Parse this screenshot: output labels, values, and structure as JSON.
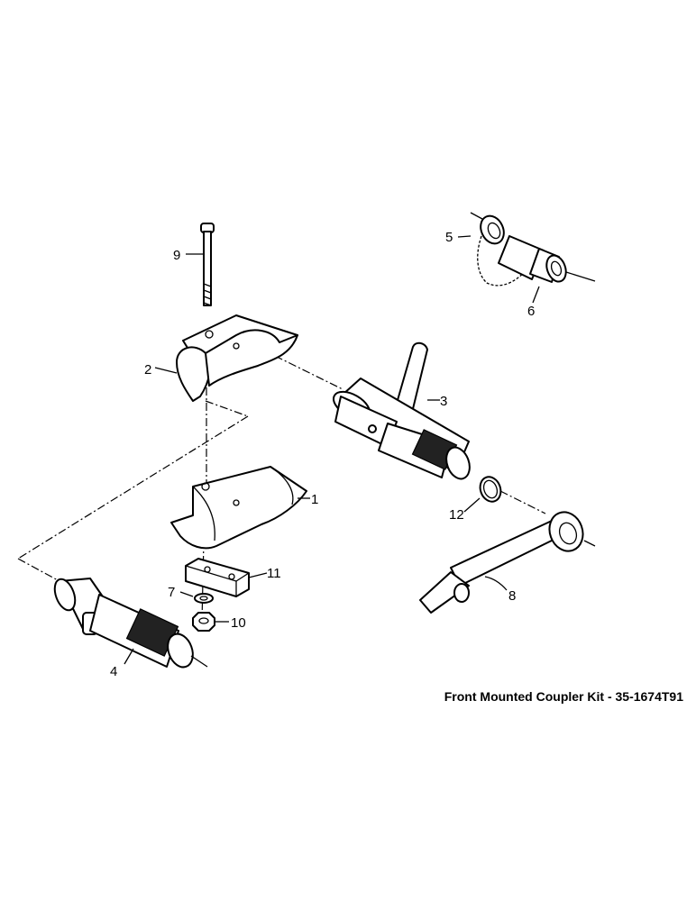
{
  "caption": "Front Mounted Coupler Kit - 35-1674T91",
  "callouts": {
    "c1": "1",
    "c2": "2",
    "c3": "3",
    "c4": "4",
    "c5": "5",
    "c6": "6",
    "c7": "7",
    "c8": "8",
    "c9": "9",
    "c10": "10",
    "c11": "11",
    "c12": "12"
  }
}
